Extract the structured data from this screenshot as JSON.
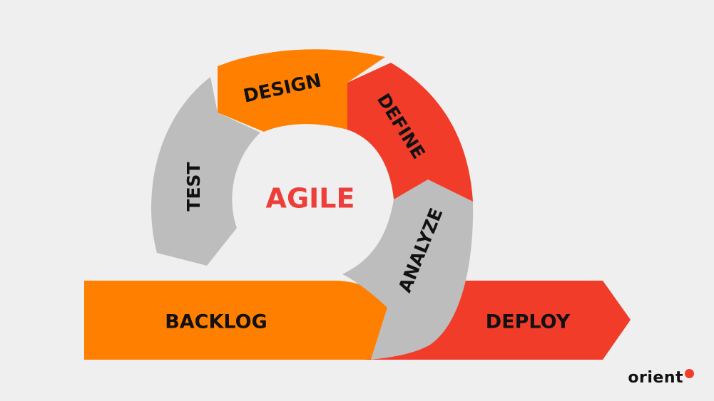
{
  "diagram": {
    "center_label": "AGILE",
    "stages": {
      "design": "DESIGN",
      "define": "DEFINE",
      "analyze": "ANALYZE",
      "test": "TEST",
      "backlog": "BACKLOG",
      "deploy": "DEPLOY"
    }
  },
  "logo": {
    "text": "orient"
  },
  "colors": {
    "background": "#efefef",
    "orange": "#ff7f00",
    "red": "#f23c2a",
    "gray": "#bdbdbd",
    "center_text": "#ee3e3a",
    "label_text": "#111111"
  }
}
